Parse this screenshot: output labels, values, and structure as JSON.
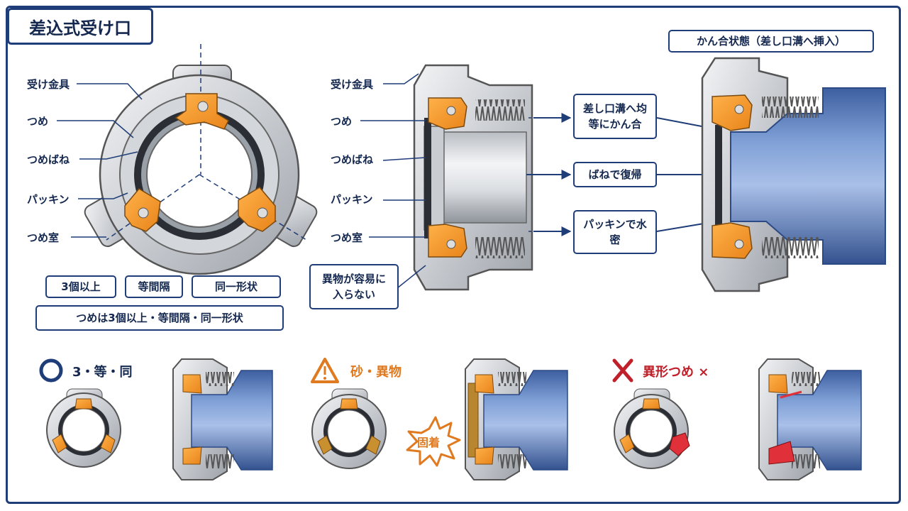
{
  "title": "差込式受け口",
  "left_labels": [
    "受け金具",
    "つめ",
    "つめばね",
    "パッキン",
    "つめ室"
  ],
  "mid_labels": [
    "受け金具",
    "つめ",
    "つめばね",
    "パッキン",
    "つめ室"
  ],
  "criteria_tags": [
    "3個以上",
    "等間隔",
    "同一形状"
  ],
  "criteria_summary": "つめは3個以上・等間隔・同一形状",
  "foreign_note": "異物が容易に入らない",
  "engaged_title": "かん合状態（差し口溝へ挿入）",
  "callouts": {
    "engage": "差し口溝へ均等にかん合",
    "spring": "ばねで復帰",
    "seal": "パッキンで水密"
  },
  "panels": [
    {
      "mark": "circle-ok-icon",
      "title": "3・等・同",
      "color": "#1f3d78"
    },
    {
      "mark": "warning-icon",
      "title": "砂・異物",
      "color": "#e07a20",
      "burst": "固着"
    },
    {
      "mark": "cross-ng-icon",
      "title": "異形つめ ×",
      "color": "#c0202a"
    }
  ]
}
